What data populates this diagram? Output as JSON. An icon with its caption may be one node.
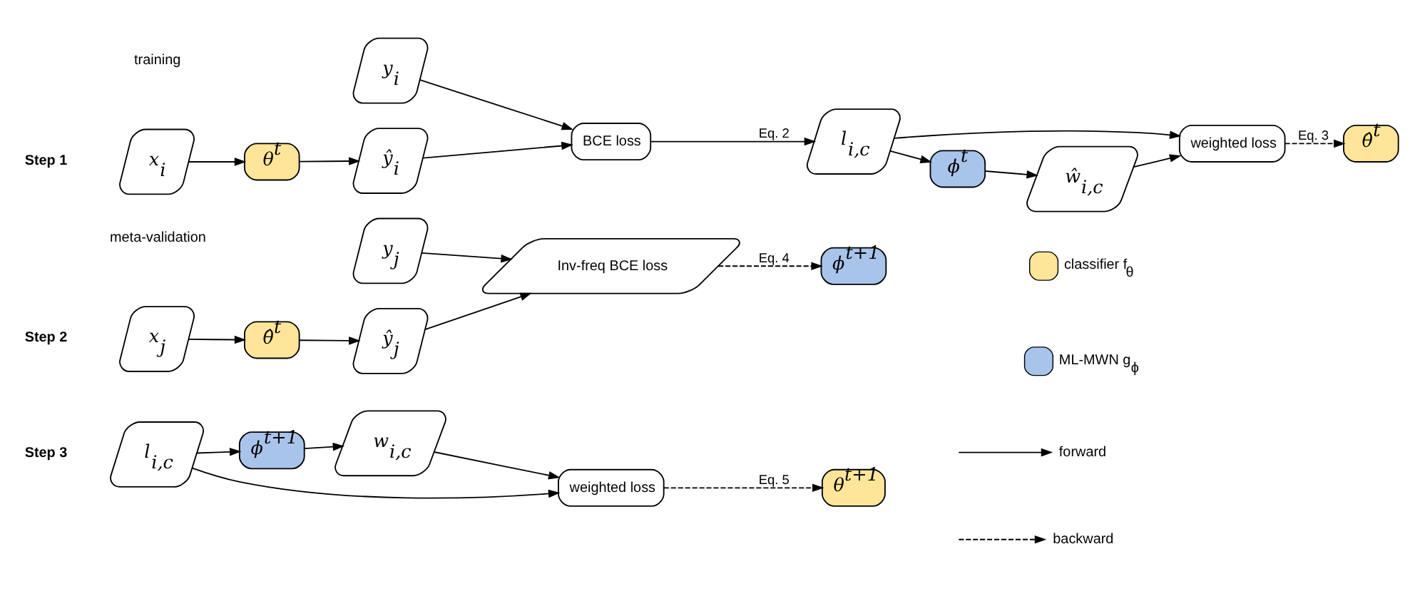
{
  "diagram": {
    "nodes": [
      {
        "text": [
          "x$_{i}$"
        ]
      },
      {
        "text": [
          "θ$^{t}$"
        ]
      },
      {
        "text": [
          "ŷ$_{i}$"
        ]
      },
      {
        "text": [
          "BCE loss"
        ]
      },
      {
        "text": [
          "y$_{i}$"
        ]
      },
      {
        "text": [
          "l$_{i,c}$"
        ]
      },
      {
        "text": [
          "ϕ$^{t}$"
        ]
      },
      {
        "text": [
          "ŵ$_{i,c}$"
        ]
      },
      {
        "text": [
          "weighted loss"
        ]
      },
      {
        "text": [
          "θ̂$^{t}$"
        ]
      },
      {
        "text": [
          "x$_{j}$"
        ]
      },
      {
        "text": [
          "θ̂$^{t}$"
        ]
      },
      {
        "text": [
          "ŷ$_{j}$"
        ]
      },
      {
        "text": [
          "y$_{j}$"
        ]
      },
      {
        "text": [
          "Inv-freq BCE loss"
        ]
      },
      {
        "text": [
          "ϕ$^{t+1}$"
        ]
      },
      {
        "text": [
          "l$_{i,c}$"
        ]
      },
      {
        "text": [
          "ϕ$^{t+1}$"
        ]
      },
      {
        "text": [
          "w$_{i,c}$"
        ]
      },
      {
        "text": [
          "weighted loss"
        ]
      },
      {
        "text": [
          "θ$^{t+1}$"
        ]
      }
    ],
    "edges": [
      {
        "from": 0,
        "to": 1,
        "arrow": "to"
      },
      {
        "from": 1,
        "to": 2,
        "arrow": "to"
      },
      {
        "from": 2,
        "to": 3,
        "arrow": "to"
      },
      {
        "from": 4,
        "to": 3,
        "arrow": "to"
      },
      {
        "from": 3,
        "to": 5,
        "arrow": "to",
        "label": "Eq. 2"
      },
      {
        "from": 5,
        "to": 6,
        "arrow": "to"
      },
      {
        "from": 6,
        "to": 7,
        "arrow": "to"
      },
      {
        "from": 7,
        "to": 8,
        "arrow": "to"
      },
      {
        "from": 5,
        "to": 8,
        "arrow": "to"
      },
      {
        "from": 8,
        "to": 9,
        "arrow": "to",
        "label": "Eq. 3",
        "style": "dashed"
      },
      {
        "from": 10,
        "to": 11,
        "arrow": "to"
      },
      {
        "from": 11,
        "to": 12,
        "arrow": "to"
      },
      {
        "from": 12,
        "to": 14,
        "arrow": "to"
      },
      {
        "from": 13,
        "to": 14,
        "arrow": "to"
      },
      {
        "from": 14,
        "to": 15,
        "arrow": "to",
        "label": "Eq. 4",
        "style": "dashed"
      },
      {
        "from": 16,
        "to": 17,
        "arrow": "to"
      },
      {
        "from": 17,
        "to": 18,
        "arrow": "to"
      },
      {
        "from": 18,
        "to": 19,
        "arrow": "to"
      },
      {
        "from": 16,
        "to": 19,
        "arrow": "to"
      },
      {
        "from": 19,
        "to": 20,
        "arrow": "to",
        "label": "Eq. 5",
        "style": "dashed"
      }
    ],
    "labels": [
      "training",
      "Step 1",
      "meta-validation",
      "Step 2",
      "Step 3"
    ],
    "legend": [
      {
        "text": "classifier f$_{θ}$",
        "color": "#ffe599"
      },
      {
        "text": "ML-MWN g$_{ϕ}$",
        "color": "#a9c4eb"
      },
      {
        "text": "forward"
      },
      {
        "text": "backward"
      }
    ]
  }
}
